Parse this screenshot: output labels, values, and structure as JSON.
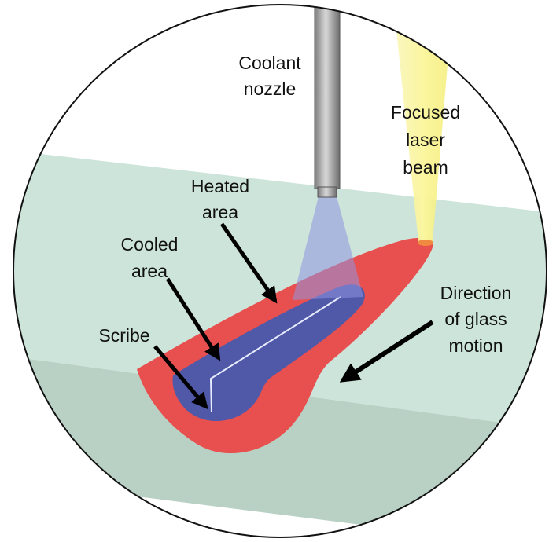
{
  "labels": {
    "coolant_nozzle": [
      "Coolant",
      "nozzle"
    ],
    "focused_laser_beam": [
      "Focused",
      "laser",
      "beam"
    ],
    "heated_area": [
      "Heated",
      "area"
    ],
    "cooled_area": [
      "Cooled",
      "area"
    ],
    "scribe": "Scribe",
    "direction": [
      "Direction",
      "of glass",
      "motion"
    ]
  },
  "colors": {
    "glass_top": "#cde4da",
    "glass_front": "#b9d1c5",
    "heated": "#e8504f",
    "cooled": "#5058a8",
    "nozzle": "#9a9a9a",
    "laser": "#f6f07a",
    "spray": "#8f94e0"
  }
}
